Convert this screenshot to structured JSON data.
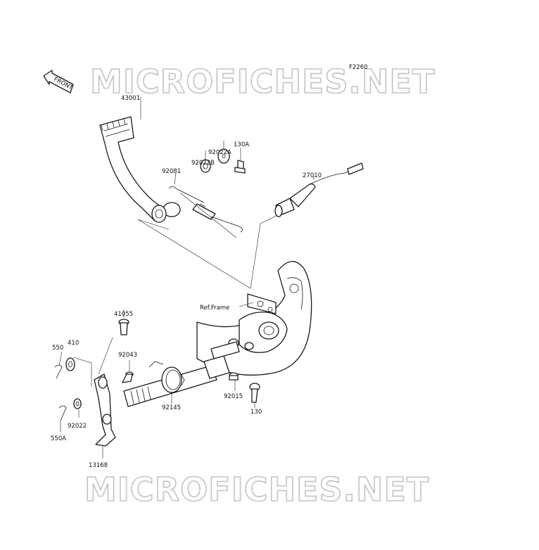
{
  "diagram_code": "F2260",
  "front_arrow_label": "FRONT",
  "watermark_top": "MICROFICHES.NET",
  "watermark_bottom": "MICROFICHES.NET",
  "ref_frame_label": "Ref.Frame",
  "parts": {
    "brake_pedal": "43001",
    "spring_92081": "92081",
    "washer_92022B": "92022B",
    "washer_92022A": "92022A",
    "bolt_130A": "130A",
    "switch_27010": "27010",
    "pin_41055": "41055",
    "washer_410": "410",
    "cotter_550": "550",
    "pin_92043": "92043",
    "spring_92145": "92145",
    "nut_92015": "92015",
    "bolt_130": "130",
    "washer_92022": "92022",
    "cotter_550A": "550A",
    "lever_13168": "13168"
  }
}
